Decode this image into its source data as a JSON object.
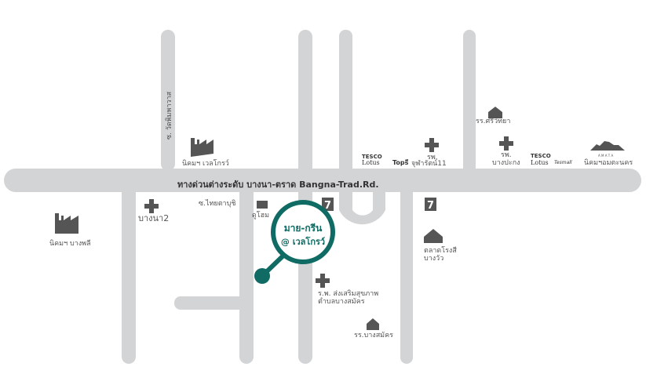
{
  "main_road": "ทางด่วนต่างระดับ บางนา-ตราด Bangna-Trad.Rd.",
  "side_road_top": "ซ. วัดพิมพาวาส",
  "soi_label": "ซ.ไทยตาบุชิ",
  "pin": {
    "line1": "มาย-กรีน",
    "line2": "@ เวลโกรว์",
    "color": "#0f6b63"
  },
  "places": {
    "factory_wellgrow": "นิคมฯ เวลโกรว์",
    "factory_bangphli": "นิคมฯ บางพลี",
    "hosp_bangna2": "บางนา2",
    "dohome": "ดูโฮม",
    "tesco1_top": "TESCO",
    "tesco1_bottom": "Lotus",
    "tops": "Topsี",
    "hosp_chularat_1": "รพ.",
    "hosp_chularat_2": "จุฬารัตน์11",
    "school_sriwittaya": "รร.ศรีวิทยา",
    "hosp_bangpakong_1": "รพ.",
    "hosp_bangpakong_2": "บางปะกง",
    "tesco2_top": "TESCO",
    "tesco2_bottom": "Lotus",
    "tesco2_mall": "Tesmall",
    "amata_brand": "A M A T A",
    "amata": "นิคมฯอมตะนคร",
    "market_1": "ตลาดโรงสี",
    "market_2": "บางวัว",
    "health_1": "ร.พ. ส่งเสริมสุขภาพ",
    "health_2": "ตำบลบางสมัคร",
    "school_bangsamak": "รร.บางสมัคร",
    "seven_eleven": "7"
  }
}
